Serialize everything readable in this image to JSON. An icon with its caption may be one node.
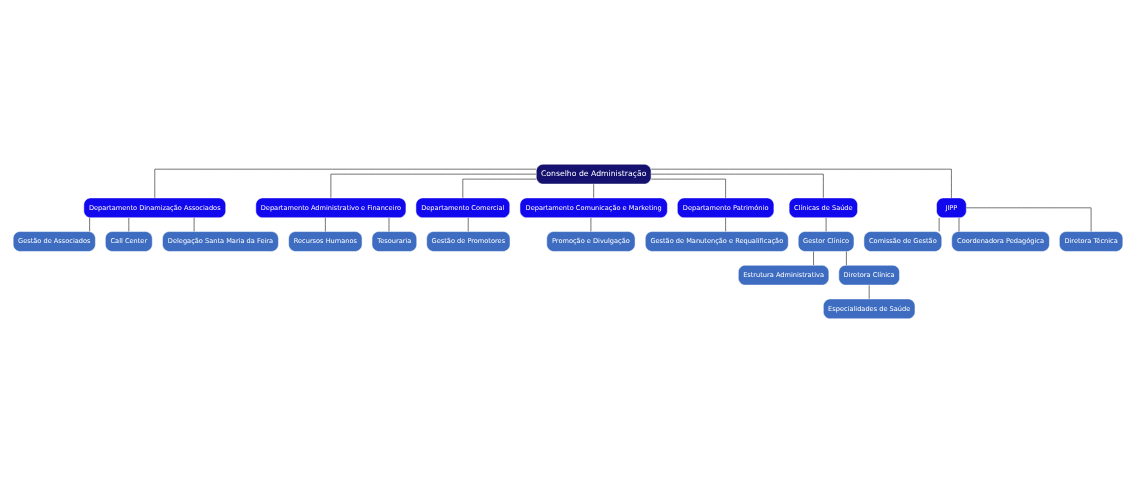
{
  "diagram": {
    "nodes": [
      {
        "text": [
          "Conselho de Administração"
        ]
      },
      {
        "text": [
          "Departamento Dinamização Associados"
        ]
      },
      {
        "text": [
          "Departamento Administrativo e Financeiro"
        ]
      },
      {
        "text": [
          "Departamento Comercial"
        ]
      },
      {
        "text": [
          "Departamento Comunicação e Marketing"
        ]
      },
      {
        "text": [
          "Departamento Património"
        ]
      },
      {
        "text": [
          "Clínicas de Saúde"
        ]
      },
      {
        "text": [
          "JIPP"
        ]
      },
      {
        "text": [
          "Gestão de Associados"
        ]
      },
      {
        "text": [
          "Call Center"
        ]
      },
      {
        "text": [
          "Delegação Santa Maria da Feira"
        ]
      },
      {
        "text": [
          "Recursos Humanos"
        ]
      },
      {
        "text": [
          "Tesouraria"
        ]
      },
      {
        "text": [
          "Gestão de Promotores"
        ]
      },
      {
        "text": [
          "Promoção e Divulgação"
        ]
      },
      {
        "text": [
          "Gestão de Manutenção e Requalificação"
        ]
      },
      {
        "text": [
          "Gestor Clínico"
        ]
      },
      {
        "text": [
          "Estrutura Administrativa"
        ]
      },
      {
        "text": [
          "Diretora Clínica"
        ]
      },
      {
        "text": [
          "Especialidades de Saúde"
        ]
      },
      {
        "text": [
          "Comissão de Gestão"
        ]
      },
      {
        "text": [
          "Coordenadora Pedagógica"
        ]
      },
      {
        "text": [
          "Diretora Técnica"
        ]
      }
    ],
    "edges": [
      {
        "from": 0,
        "to": 1,
        "arrow": "none"
      },
      {
        "from": 0,
        "to": 2,
        "arrow": "none"
      },
      {
        "from": 0,
        "to": 3,
        "arrow": "none"
      },
      {
        "from": 0,
        "to": 4,
        "arrow": "none"
      },
      {
        "from": 0,
        "to": 5,
        "arrow": "none"
      },
      {
        "from": 0,
        "to": 6,
        "arrow": "none"
      },
      {
        "from": 0,
        "to": 7,
        "arrow": "none"
      },
      {
        "from": 1,
        "to": 8,
        "arrow": "none"
      },
      {
        "from": 1,
        "to": 9,
        "arrow": "none"
      },
      {
        "from": 1,
        "to": 10,
        "arrow": "none"
      },
      {
        "from": 2,
        "to": 11,
        "arrow": "none"
      },
      {
        "from": 2,
        "to": 12,
        "arrow": "none"
      },
      {
        "from": 3,
        "to": 13,
        "arrow": "none"
      },
      {
        "from": 4,
        "to": 14,
        "arrow": "none"
      },
      {
        "from": 5,
        "to": 15,
        "arrow": "none"
      },
      {
        "from": 6,
        "to": 16,
        "arrow": "none"
      },
      {
        "from": 16,
        "to": 17,
        "arrow": "none"
      },
      {
        "from": 16,
        "to": 18,
        "arrow": "none"
      },
      {
        "from": 18,
        "to": 19,
        "arrow": "none"
      },
      {
        "from": 7,
        "to": 20,
        "arrow": "none"
      },
      {
        "from": 7,
        "to": 21,
        "arrow": "none"
      },
      {
        "from": 7,
        "to": 22,
        "arrow": "none"
      }
    ]
  }
}
